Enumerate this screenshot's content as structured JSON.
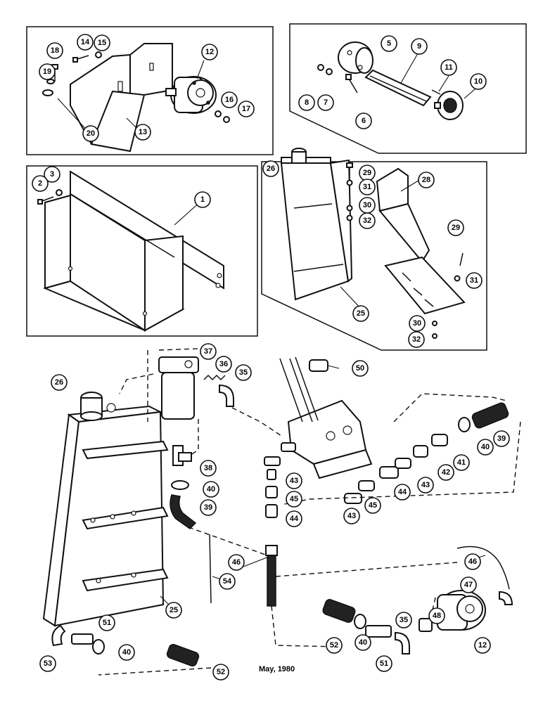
{
  "footer": {
    "date": "May, 1980"
  },
  "callouts": {
    "c1": "1",
    "c2": "2",
    "c3": "3",
    "c5": "5",
    "c6": "6",
    "c7": "7",
    "c8": "8",
    "c9": "9",
    "c10": "10",
    "c11": "11",
    "c12a": "12",
    "c12b": "12",
    "c13": "13",
    "c14": "14",
    "c15": "15",
    "c16": "16",
    "c17": "17",
    "c18": "18",
    "c19": "19",
    "c20": "20",
    "c25a": "25",
    "c25b": "25",
    "c26a": "26",
    "c26b": "26",
    "c28": "28",
    "c29a": "29",
    "c29b": "29",
    "c30a": "30",
    "c30b": "30",
    "c31a": "31",
    "c31b": "31",
    "c32a": "32",
    "c32b": "32",
    "c35a": "35",
    "c35b": "35",
    "c36": "36",
    "c37": "37",
    "c38": "38",
    "c39a": "39",
    "c39b": "39",
    "c40a": "40",
    "c40b": "40",
    "c40c": "40",
    "c40d": "40",
    "c41": "41",
    "c42": "42",
    "c43a": "43",
    "c43b": "43",
    "c43c": "43",
    "c44a": "44",
    "c44b": "44",
    "c45a": "45",
    "c45b": "45",
    "c46a": "46",
    "c46b": "46",
    "c47": "47",
    "c48": "48",
    "c50": "50",
    "c51a": "51",
    "c51b": "51",
    "c52a": "52",
    "c52b": "52",
    "c53": "53",
    "c54": "54"
  }
}
